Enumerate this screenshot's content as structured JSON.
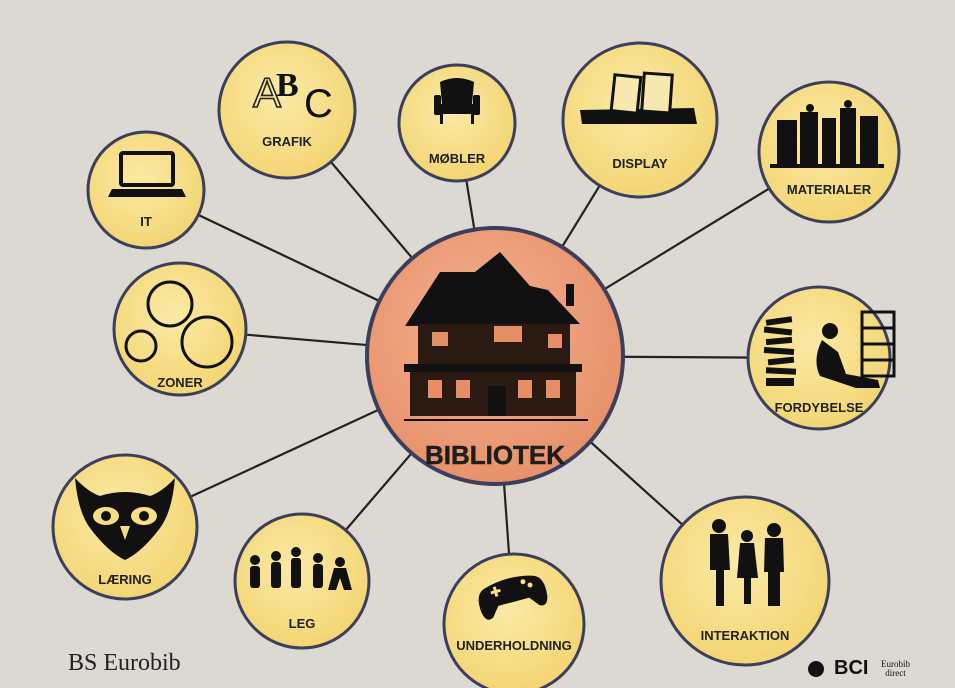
{
  "hub": {
    "label": "BIBLIOTEK",
    "fill": "#ec9d78"
  },
  "nodes": [
    {
      "label": "GRAFIK"
    },
    {
      "label": "MØBLER"
    },
    {
      "label": "DISPLAY"
    },
    {
      "label": "MATERIALER"
    },
    {
      "label": "IT"
    },
    {
      "label": "ZONER"
    },
    {
      "label": "FORDYBELSE"
    },
    {
      "label": "LÆRING"
    },
    {
      "label": "LEG"
    },
    {
      "label": "UNDERHOLDNING"
    },
    {
      "label": "INTERAKTION"
    }
  ],
  "grafik_letters": [
    "A",
    "B",
    "C"
  ],
  "colors": {
    "node_fill": "#f7dd85",
    "outline": "#3c3f5a",
    "background": "#d9d6cf"
  },
  "footer": {
    "brand": "BS Eurobib",
    "bci": "BCI",
    "eurobib_small": "Eurobib direct"
  }
}
